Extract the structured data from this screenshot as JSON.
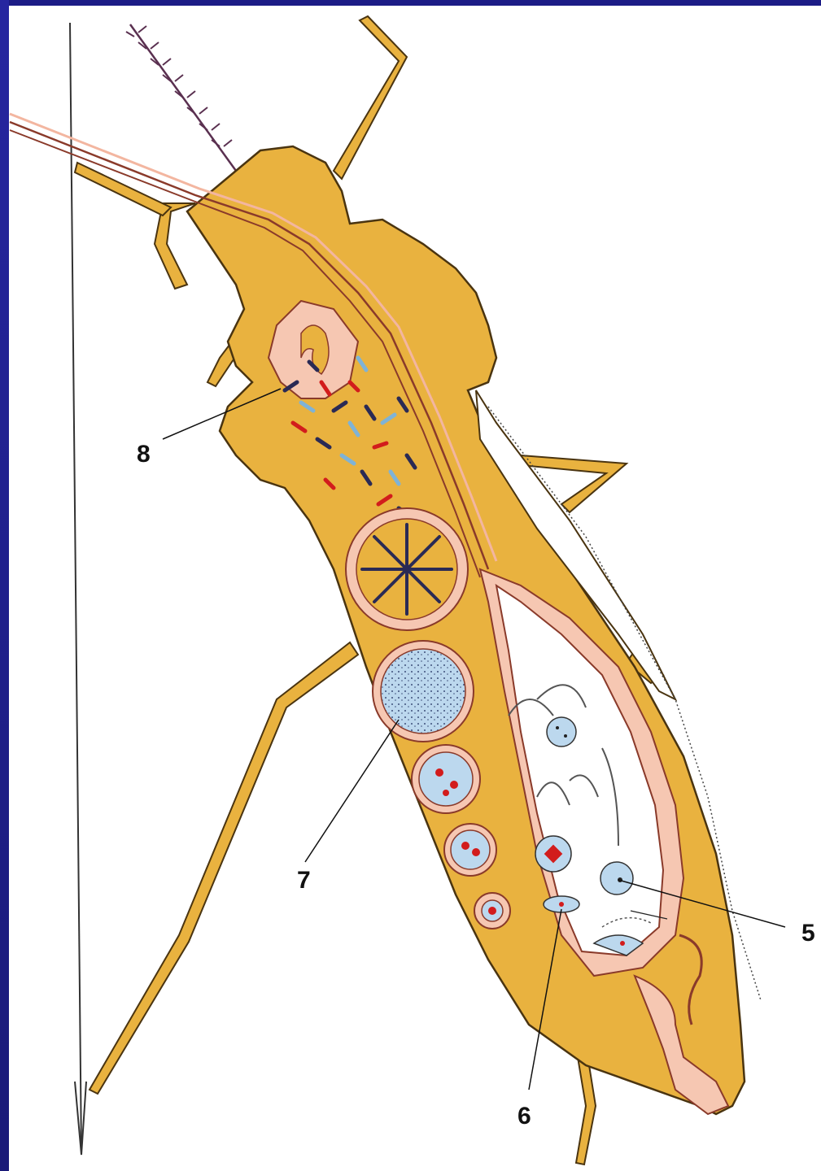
{
  "colors": {
    "background_frame": "#2e2f9e",
    "body": "#e9b23f",
    "body_outline": "#4a3410",
    "tissue_pink": "#f6c7b2",
    "tissue_outline": "#8a3a2a",
    "cyst_blue": "#bcd8ee",
    "nucleus_red": "#d21c1c",
    "parasite_dark": "#2a2a55",
    "text": "#111111"
  },
  "labels": {
    "l8": "8",
    "l7": "7",
    "l6": "6",
    "l5": "5"
  }
}
